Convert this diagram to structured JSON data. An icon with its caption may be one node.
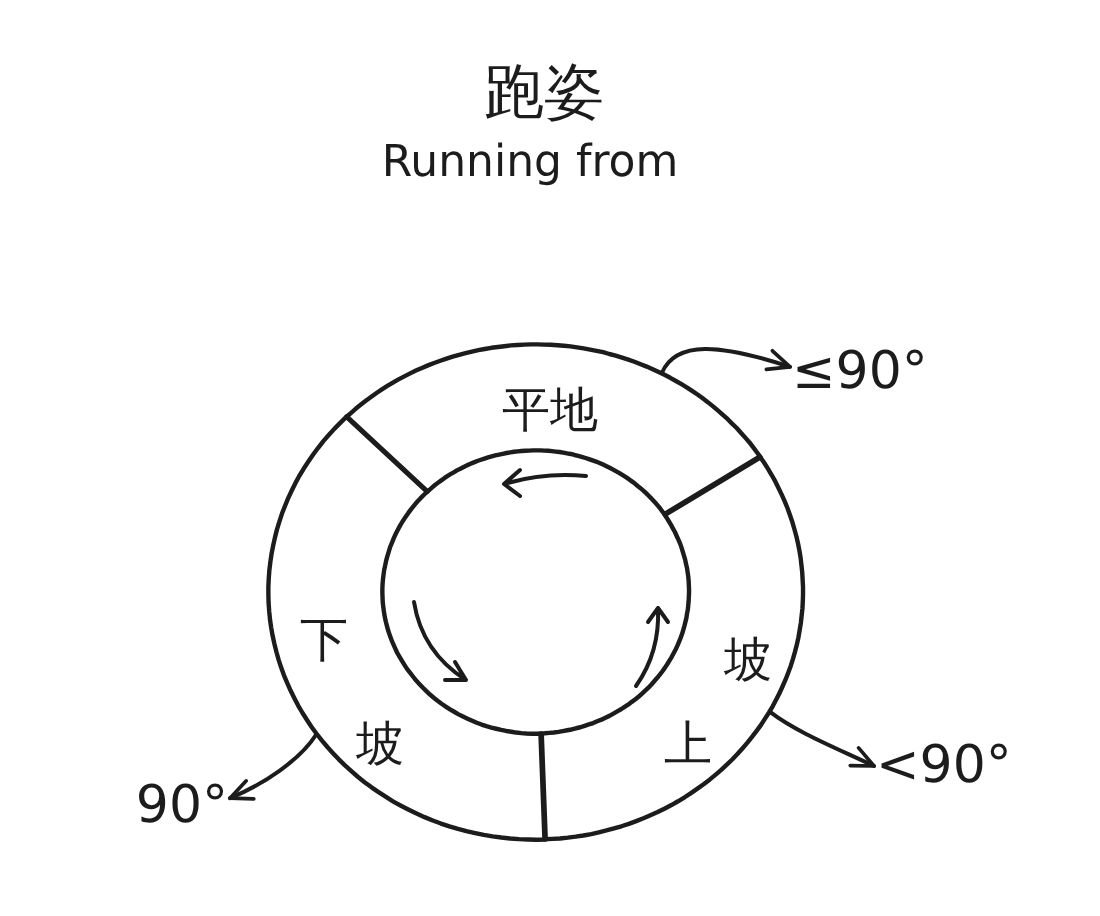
{
  "diagram": {
    "title": "跑姿",
    "nodes": [
      {
        "text": [
          "平地"
        ]
      },
      {
        "text": [
          "≤90°"
        ]
      },
      {
        "text": [
          "下坡"
        ]
      },
      {
        "text": [
          "上坡"
        ]
      },
      {
        "text": [
          "90°"
        ]
      },
      {
        "text": [
          "<90°"
        ]
      }
    ],
    "edges": [
      {
        "from": 0,
        "to": 1,
        "arrow": "to"
      },
      {
        "from": 3,
        "to": 5,
        "arrow": "to"
      },
      {
        "from": 2,
        "to": 4,
        "arrow": "to"
      }
    ],
    "labels": [
      "Running from"
    ]
  }
}
